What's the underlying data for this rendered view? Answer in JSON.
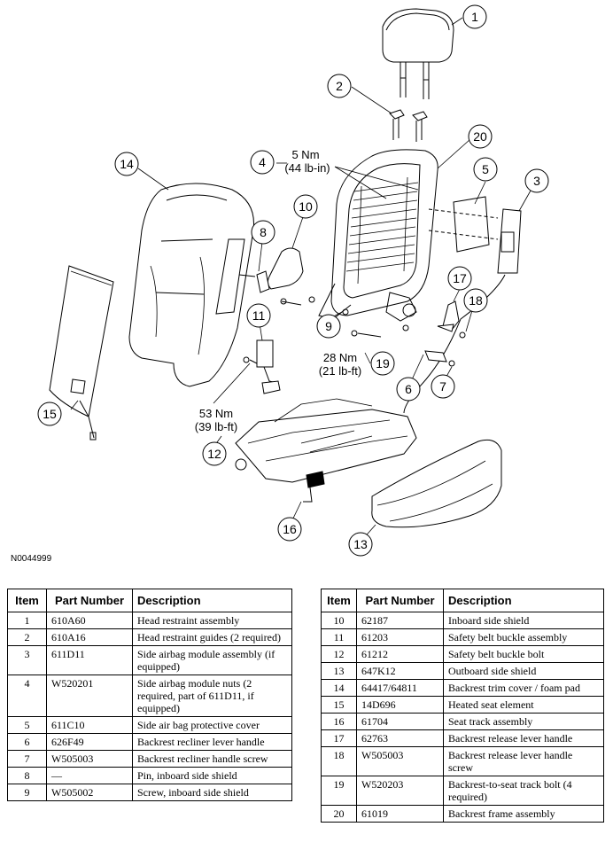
{
  "figure_id": "N0044999",
  "callouts": [
    "1",
    "2",
    "3",
    "4",
    "5",
    "6",
    "7",
    "8",
    "9",
    "10",
    "11",
    "12",
    "13",
    "14",
    "15",
    "16",
    "17",
    "18",
    "19",
    "20"
  ],
  "torque_labels": {
    "t4_nm": "5 Nm",
    "t4_lbin": "(44 lb-in)",
    "t19_nm": "28 Nm",
    "t19_lbft": "(21 lb-ft)",
    "t12_nm": "53 Nm",
    "t12_lbft": "(39 lb-ft)"
  },
  "table_headers": {
    "item": "Item",
    "part_number": "Part Number",
    "description": "Description"
  },
  "parts_left": [
    {
      "item": "1",
      "part": "610A60",
      "desc": "Head restraint assembly"
    },
    {
      "item": "2",
      "part": "610A16",
      "desc": "Head restraint guides (2 required)"
    },
    {
      "item": "3",
      "part": "611D11",
      "desc": "Side airbag module assembly (if equipped)"
    },
    {
      "item": "4",
      "part": "W520201",
      "desc": "Side airbag module nuts (2 required, part of 611D11, if equipped)"
    },
    {
      "item": "5",
      "part": "611C10",
      "desc": "Side air bag protective cover"
    },
    {
      "item": "6",
      "part": "626F49",
      "desc": "Backrest recliner lever handle"
    },
    {
      "item": "7",
      "part": "W505003",
      "desc": "Backrest recliner handle screw"
    },
    {
      "item": "8",
      "part": "—",
      "desc": "Pin, inboard side shield"
    },
    {
      "item": "9",
      "part": "W505002",
      "desc": "Screw, inboard side shield"
    }
  ],
  "parts_right": [
    {
      "item": "10",
      "part": "62187",
      "desc": "Inboard side shield"
    },
    {
      "item": "11",
      "part": "61203",
      "desc": "Safety belt buckle assembly"
    },
    {
      "item": "12",
      "part": "61212",
      "desc": "Safety belt buckle bolt"
    },
    {
      "item": "13",
      "part": "647K12",
      "desc": "Outboard side shield"
    },
    {
      "item": "14",
      "part": "64417/64811",
      "desc": "Backrest trim cover / foam pad"
    },
    {
      "item": "15",
      "part": "14D696",
      "desc": "Heated seat element"
    },
    {
      "item": "16",
      "part": "61704",
      "desc": "Seat track assembly"
    },
    {
      "item": "17",
      "part": "62763",
      "desc": "Backrest release lever handle"
    },
    {
      "item": "18",
      "part": "W505003",
      "desc": "Backrest release lever handle screw"
    },
    {
      "item": "19",
      "part": "W520203",
      "desc": "Backrest-to-seat track bolt (4 required)"
    },
    {
      "item": "20",
      "part": "61019",
      "desc": "Backrest frame assembly"
    }
  ]
}
